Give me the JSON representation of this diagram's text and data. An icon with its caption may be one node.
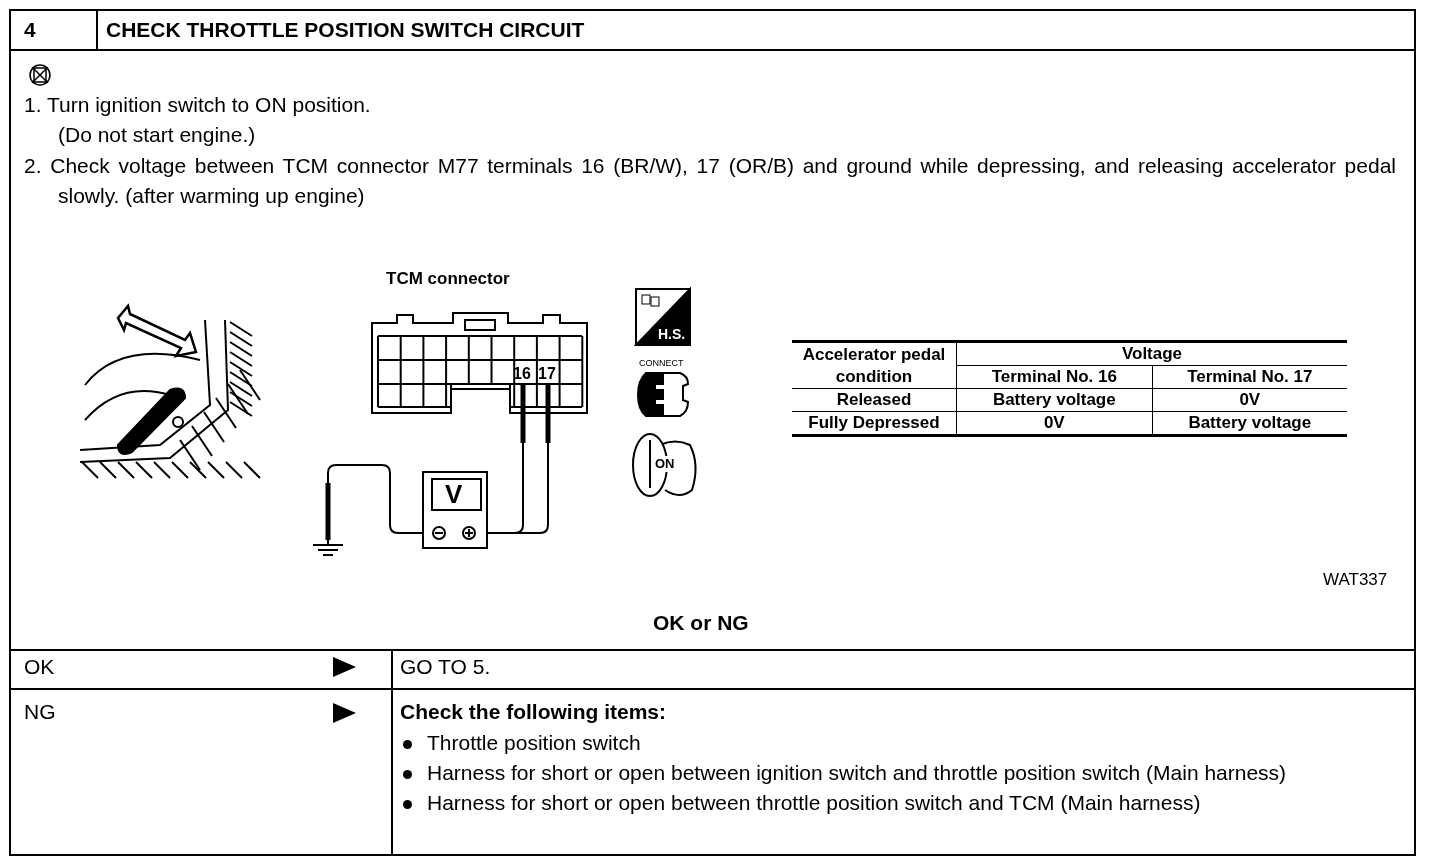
{
  "diagram": {
    "title": "CHECK THROTTLE POSITION SWITCH CIRCUIT",
    "labels": [
      "4",
      "1. Turn ignition switch to ON position.",
      "(Do not start engine.)",
      "2. Check voltage between TCM connector M77 terminals 16 (BR/W), 17 (OR/B) and ground while depressing, and releasing accelerator pedal slowly. (after warming up engine)",
      "TCM connector",
      "16",
      "17",
      "V",
      "H.S.",
      "CONNECT",
      "ON",
      "Accelerator pedal condition",
      "Voltage",
      "Terminal No. 16",
      "Terminal No. 17",
      "Released",
      "Battery voltage",
      "0V",
      "Fully Depressed",
      "0V",
      "Battery voltage",
      "WAT337",
      "OK or NG",
      "OK",
      "GO TO 5.",
      "NG",
      "Check the following items:",
      "Throttle position switch",
      "Harness for short or open between ignition switch and throttle position switch (Main harness)",
      "Harness for short or open between throttle position switch and TCM (Main harness)"
    ]
  }
}
